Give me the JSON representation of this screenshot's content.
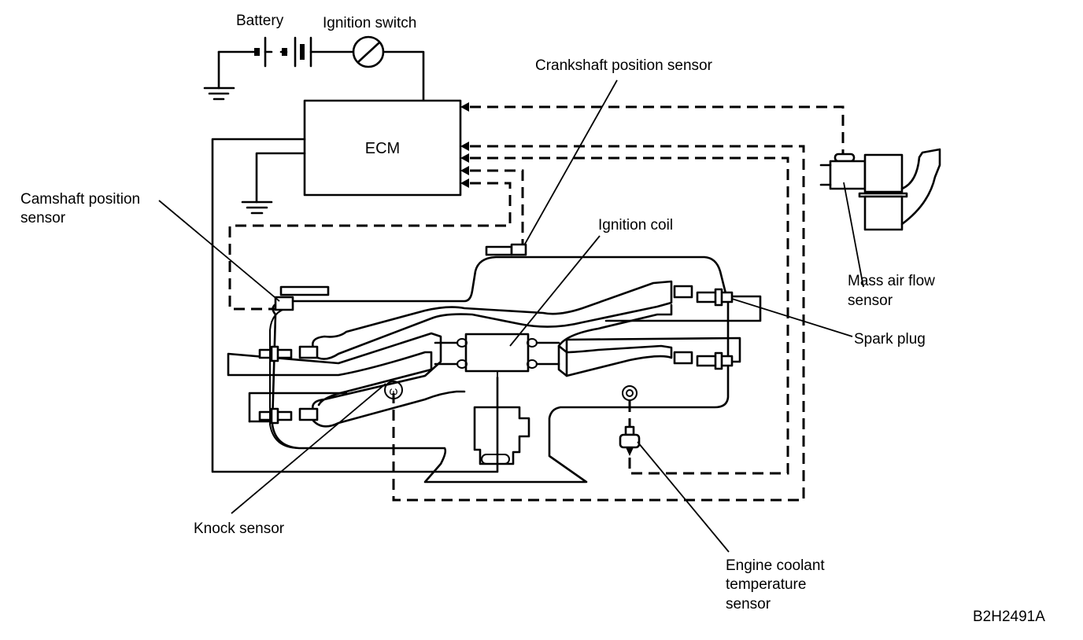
{
  "diagram": {
    "title_code": "B2H2491A",
    "ecm_label": "ECM",
    "labels": {
      "battery": "Battery",
      "ignition_switch": "Ignition switch",
      "crankshaft_sensor": "Crankshaft position sensor",
      "camshaft_sensor_line1": "Camshaft position",
      "camshaft_sensor_line2": "sensor",
      "ignition_coil": "Ignition coil",
      "maf_sensor_line1": "Mass air flow",
      "maf_sensor_line2": "sensor",
      "spark_plug": "Spark plug",
      "knock_sensor": "Knock sensor",
      "ect_sensor_line1": "Engine coolant",
      "ect_sensor_line2": "temperature",
      "ect_sensor_line3": "sensor"
    },
    "icons": {
      "ground": "ground-symbol",
      "battery": "battery-cell-symbol",
      "switch": "ignition-switch-symbol",
      "signal_arrow": "signal-input-arrow"
    }
  }
}
